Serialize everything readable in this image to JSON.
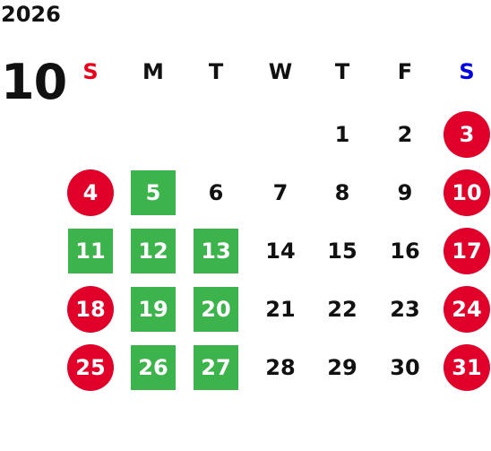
{
  "calendar": {
    "year": "2026",
    "month": "10",
    "colors": {
      "sunday_text": "#e8001a",
      "saturday_text": "#0000e0",
      "weekday_text": "#111111",
      "holiday_circle": "#e0002a",
      "highlight_square": "#3cb44b"
    },
    "weekdays": [
      {
        "label": "S",
        "kind": "sunday"
      },
      {
        "label": "M",
        "kind": "weekday"
      },
      {
        "label": "T",
        "kind": "weekday"
      },
      {
        "label": "W",
        "kind": "weekday"
      },
      {
        "label": "T",
        "kind": "weekday"
      },
      {
        "label": "F",
        "kind": "weekday"
      },
      {
        "label": "S",
        "kind": "saturday"
      }
    ],
    "weeks": [
      [
        null,
        null,
        null,
        null,
        {
          "day": "1",
          "style": "plain"
        },
        {
          "day": "2",
          "style": "plain"
        },
        {
          "day": "3",
          "style": "circle"
        }
      ],
      [
        {
          "day": "4",
          "style": "circle"
        },
        {
          "day": "5",
          "style": "square"
        },
        {
          "day": "6",
          "style": "plain"
        },
        {
          "day": "7",
          "style": "plain"
        },
        {
          "day": "8",
          "style": "plain"
        },
        {
          "day": "9",
          "style": "plain"
        },
        {
          "day": "10",
          "style": "circle"
        }
      ],
      [
        {
          "day": "11",
          "style": "square"
        },
        {
          "day": "12",
          "style": "square"
        },
        {
          "day": "13",
          "style": "square"
        },
        {
          "day": "14",
          "style": "plain"
        },
        {
          "day": "15",
          "style": "plain"
        },
        {
          "day": "16",
          "style": "plain"
        },
        {
          "day": "17",
          "style": "circle"
        }
      ],
      [
        {
          "day": "18",
          "style": "circle"
        },
        {
          "day": "19",
          "style": "square"
        },
        {
          "day": "20",
          "style": "square"
        },
        {
          "day": "21",
          "style": "plain"
        },
        {
          "day": "22",
          "style": "plain"
        },
        {
          "day": "23",
          "style": "plain"
        },
        {
          "day": "24",
          "style": "circle"
        }
      ],
      [
        {
          "day": "25",
          "style": "circle"
        },
        {
          "day": "26",
          "style": "square"
        },
        {
          "day": "27",
          "style": "square"
        },
        {
          "day": "28",
          "style": "plain"
        },
        {
          "day": "29",
          "style": "plain"
        },
        {
          "day": "30",
          "style": "plain"
        },
        {
          "day": "31",
          "style": "circle"
        }
      ]
    ]
  }
}
